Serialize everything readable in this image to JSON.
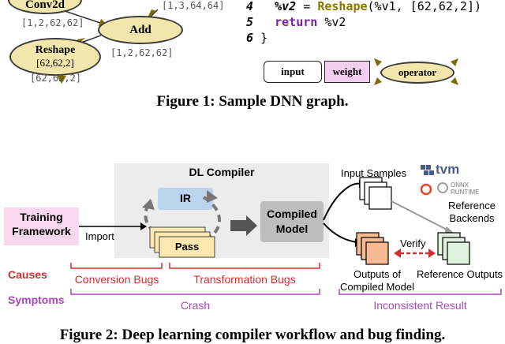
{
  "figure1": {
    "nodes": {
      "conv2d": "Conv2d",
      "add": "Add",
      "reshape": "Reshape",
      "reshape_shape": "[62,62,2]"
    },
    "shapes": {
      "top_right": "[1,3,64,64]",
      "conv_out": "[1,2,62,62]",
      "add_out": "[1,2,62,62]",
      "reshape_out": "[62,62,2]"
    },
    "code": [
      {
        "num": "4",
        "var": "%v2",
        "eq": " = ",
        "fn": "Reshape",
        "args": "(%v1, [62,62,2])"
      },
      {
        "num": "5",
        "kw": "return",
        "rest": " %v2"
      },
      {
        "num": "6",
        "rest": "}"
      }
    ],
    "legend": {
      "input": "input",
      "weight": "weight",
      "operator": "operator"
    },
    "caption": "Figure 1: Sample DNN graph."
  },
  "figure2": {
    "dl_compiler": "DL Compiler",
    "ir": "IR",
    "pass": "Pass",
    "training_framework_line1": "Training",
    "training_framework_line2": "Framework",
    "import": "Import",
    "compiled_model_line1": "Compiled",
    "compiled_model_line2": "Model",
    "input_samples": "Input Samples",
    "tvm": "tvm",
    "onnx_line1": "ONNX",
    "onnx_line2": "RUNTIME",
    "reference_backends_line1": "Reference",
    "reference_backends_line2": "Backends",
    "verify": "Verify",
    "outputs_compiled_line1": "Outputs of",
    "outputs_compiled_line2": "Compiled Model",
    "reference_outputs": "Reference Outputs",
    "causes": "Causes",
    "symptoms": "Symptoms",
    "conversion_bugs": "Conversion Bugs",
    "transformation_bugs": "Transformation Bugs",
    "crash": "Crash",
    "inconsistent_result": "Inconsistent Result",
    "caption": "Figure 2: Deep learning compiler workflow and bug finding.",
    "colors": {
      "causes": "#d32f2f",
      "symptoms": "#ab47bc",
      "ir": "#bcd3ee",
      "pass": "#fde9b0",
      "training": "#f8d7ef",
      "compiled": "#e3f5e3",
      "reference": "#e8f7e8"
    }
  }
}
